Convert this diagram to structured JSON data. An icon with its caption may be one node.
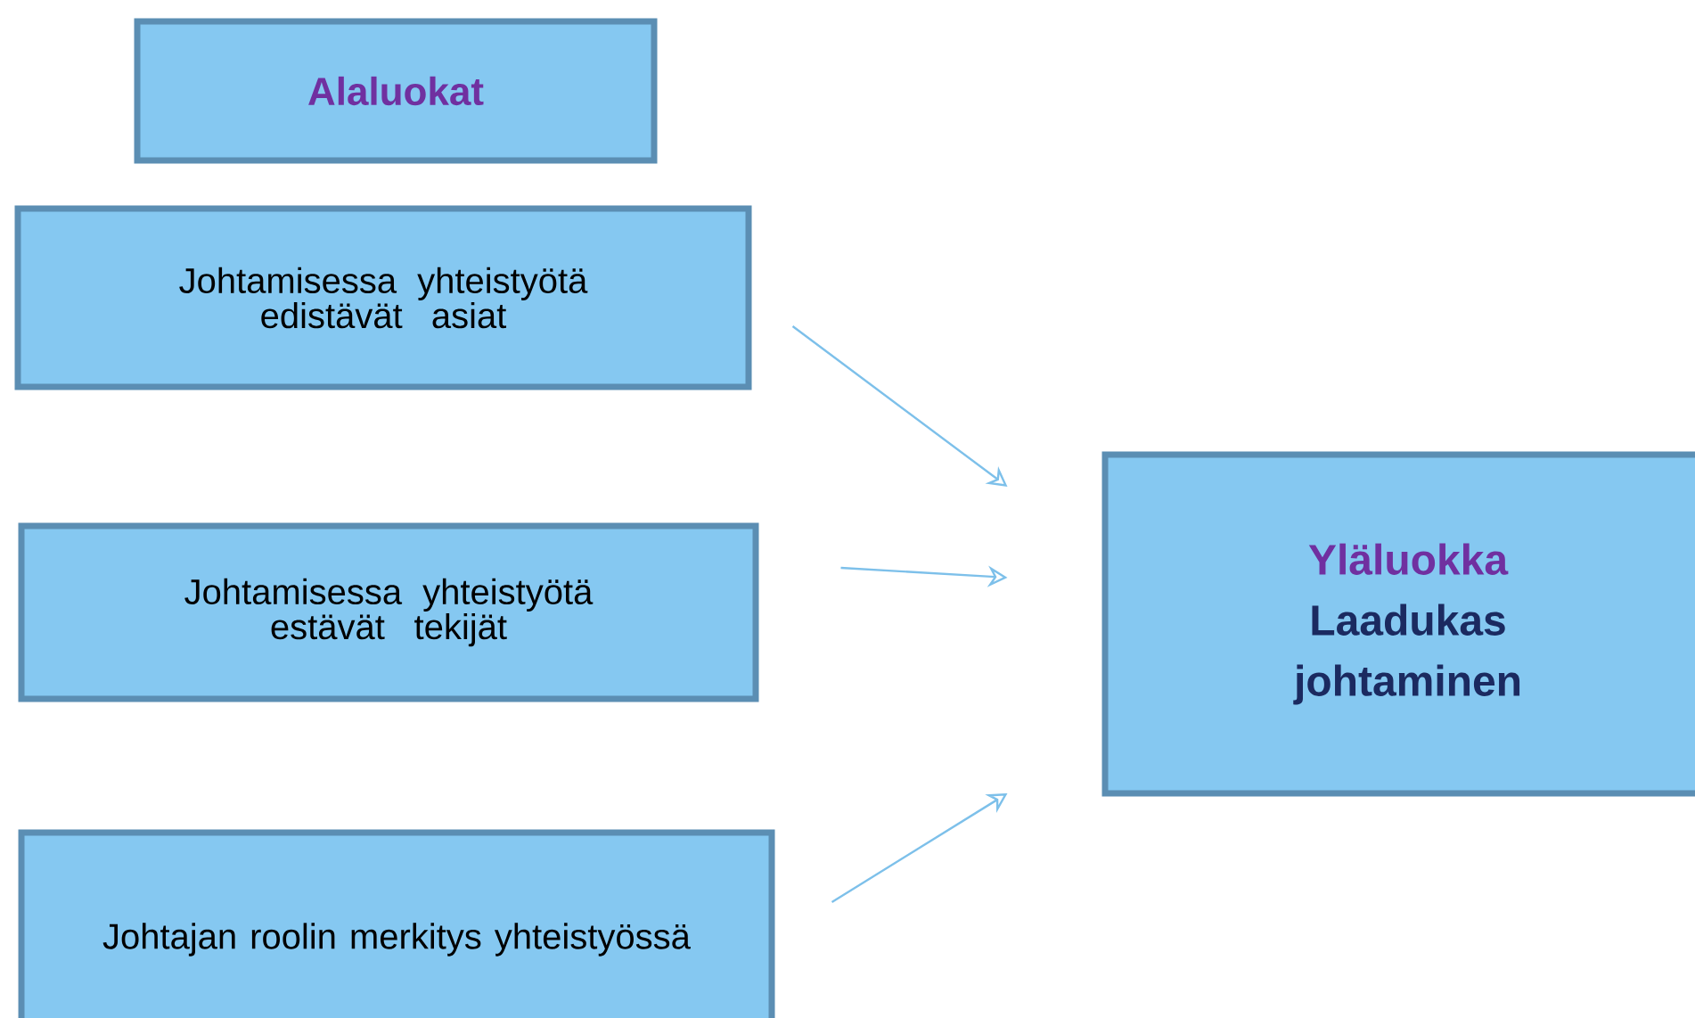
{
  "diagram": {
    "nodes": [
      {
        "text": [
          "Alaluokat"
        ]
      },
      {
        "text": [
          "Johtamisessa yhteistyötä edistävät asiat"
        ]
      },
      {
        "text": [
          "Johtamisessa yhteistyötä estävät tekijät"
        ]
      },
      {
        "text": [
          "Johtajan roolin merkitys yhteistyössä"
        ]
      },
      {
        "text": [
          "Yläluokka",
          "Laadukas johtaminen"
        ]
      }
    ],
    "edges": [
      {
        "from": 1,
        "to": 4,
        "arrow": "to"
      },
      {
        "from": 2,
        "to": 4,
        "arrow": "to"
      },
      {
        "from": 3,
        "to": 4,
        "arrow": "to"
      }
    ]
  }
}
